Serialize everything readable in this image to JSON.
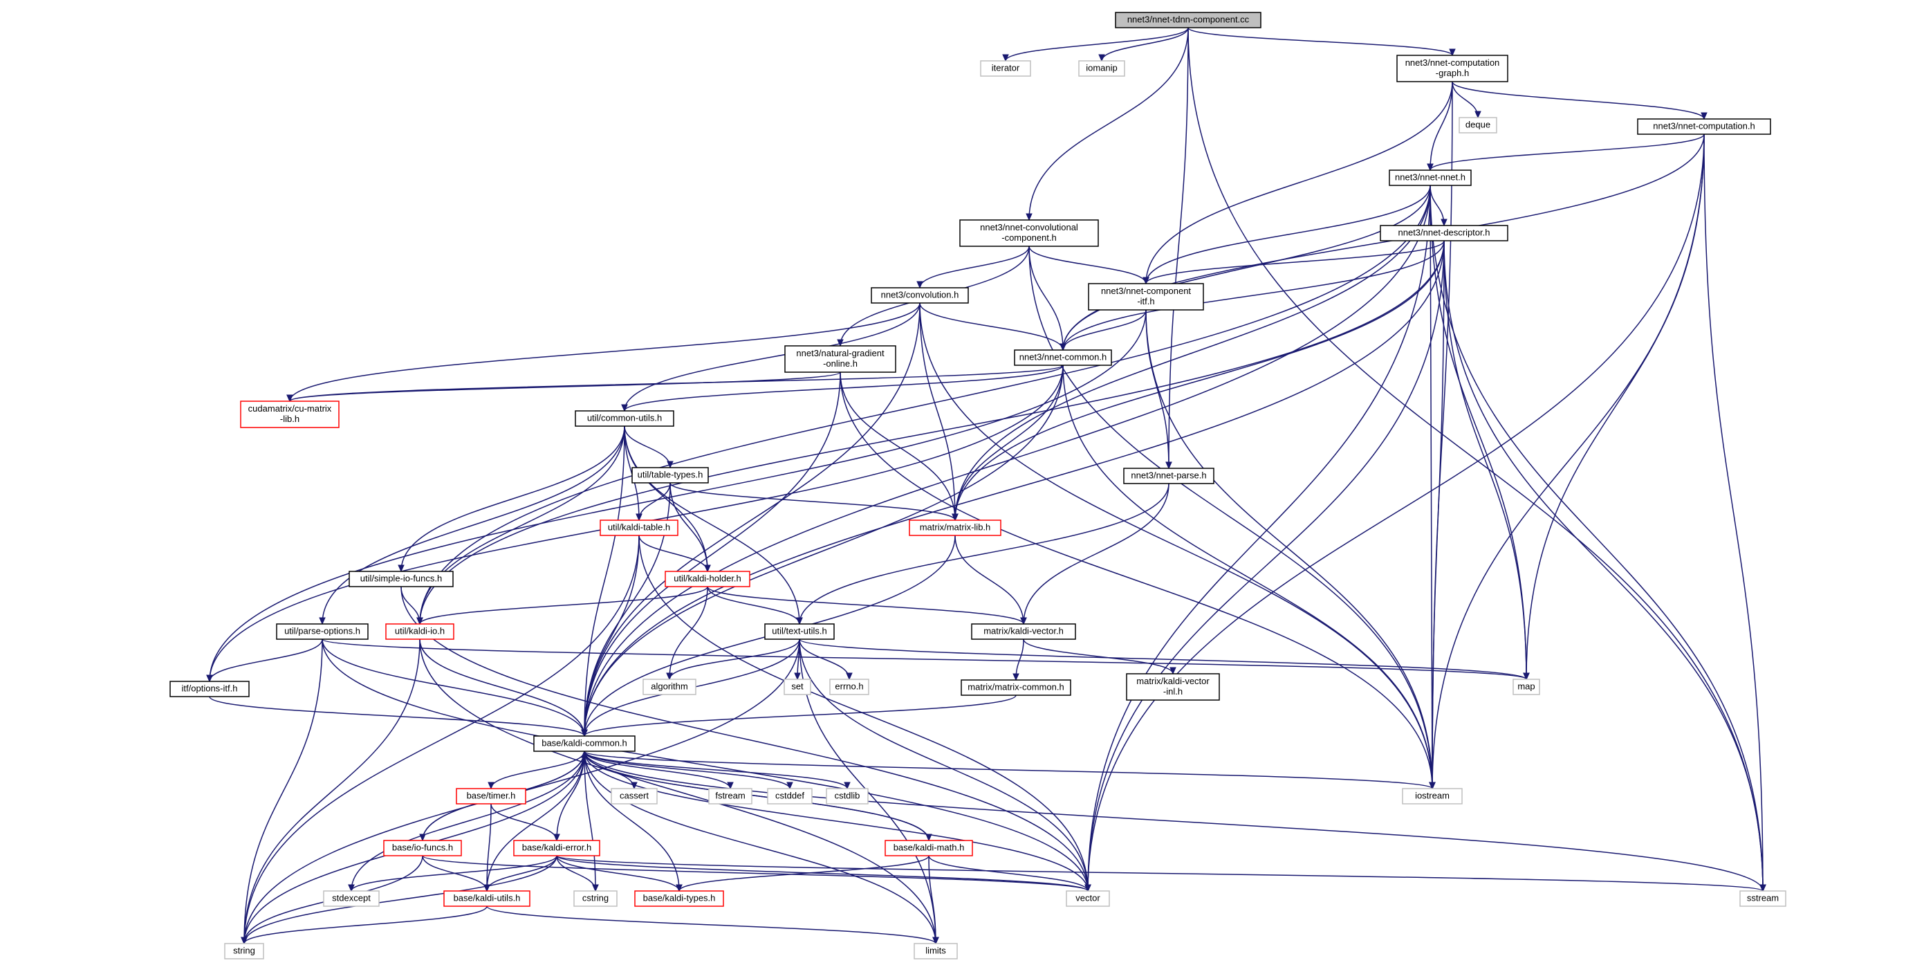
{
  "colors": {
    "edge": "#191970",
    "root_fill": "#bfbfbf",
    "linked_border": "#000000",
    "truncated_border": "#ff0000",
    "external_border": "#bfbfbf"
  },
  "nodes": [
    {
      "id": "root",
      "lines": [
        "nnet3/nnet-tdnn-component.cc"
      ],
      "kind": "root"
    },
    {
      "id": "iterator",
      "lines": [
        "iterator"
      ],
      "kind": "external"
    },
    {
      "id": "iomanip",
      "lines": [
        "iomanip"
      ],
      "kind": "external"
    },
    {
      "id": "nnet_computation_graph",
      "lines": [
        "nnet3/nnet-computation",
        "-graph.h"
      ],
      "kind": "linked"
    },
    {
      "id": "deque",
      "lines": [
        "deque"
      ],
      "kind": "external"
    },
    {
      "id": "nnet_computation",
      "lines": [
        "nnet3/nnet-computation.h"
      ],
      "kind": "linked"
    },
    {
      "id": "nnet_nnet",
      "lines": [
        "nnet3/nnet-nnet.h"
      ],
      "kind": "linked"
    },
    {
      "id": "nnet_convolutional_component",
      "lines": [
        "nnet3/nnet-convolutional",
        "-component.h"
      ],
      "kind": "linked"
    },
    {
      "id": "nnet_descriptor",
      "lines": [
        "nnet3/nnet-descriptor.h"
      ],
      "kind": "linked"
    },
    {
      "id": "convolution",
      "lines": [
        "nnet3/convolution.h"
      ],
      "kind": "linked"
    },
    {
      "id": "nnet_component_itf",
      "lines": [
        "nnet3/nnet-component",
        "-itf.h"
      ],
      "kind": "linked"
    },
    {
      "id": "natural_gradient_online",
      "lines": [
        "nnet3/natural-gradient",
        "-online.h"
      ],
      "kind": "linked"
    },
    {
      "id": "nnet_common",
      "lines": [
        "nnet3/nnet-common.h"
      ],
      "kind": "linked"
    },
    {
      "id": "cu_matrix_lib",
      "lines": [
        "cudamatrix/cu-matrix",
        "-lib.h"
      ],
      "kind": "truncated"
    },
    {
      "id": "common_utils",
      "lines": [
        "util/common-utils.h"
      ],
      "kind": "linked"
    },
    {
      "id": "table_types",
      "lines": [
        "util/table-types.h"
      ],
      "kind": "linked"
    },
    {
      "id": "nnet_parse",
      "lines": [
        "nnet3/nnet-parse.h"
      ],
      "kind": "linked"
    },
    {
      "id": "kaldi_table",
      "lines": [
        "util/kaldi-table.h"
      ],
      "kind": "truncated"
    },
    {
      "id": "matrix_lib",
      "lines": [
        "matrix/matrix-lib.h"
      ],
      "kind": "truncated"
    },
    {
      "id": "simple_io_funcs",
      "lines": [
        "util/simple-io-funcs.h"
      ],
      "kind": "linked"
    },
    {
      "id": "kaldi_holder",
      "lines": [
        "util/kaldi-holder.h"
      ],
      "kind": "truncated"
    },
    {
      "id": "parse_options",
      "lines": [
        "util/parse-options.h"
      ],
      "kind": "linked"
    },
    {
      "id": "kaldi_io",
      "lines": [
        "util/kaldi-io.h"
      ],
      "kind": "truncated"
    },
    {
      "id": "text_utils",
      "lines": [
        "util/text-utils.h"
      ],
      "kind": "linked"
    },
    {
      "id": "kaldi_vector",
      "lines": [
        "matrix/kaldi-vector.h"
      ],
      "kind": "linked"
    },
    {
      "id": "algorithm",
      "lines": [
        "algorithm"
      ],
      "kind": "external"
    },
    {
      "id": "set",
      "lines": [
        "set"
      ],
      "kind": "external"
    },
    {
      "id": "errno",
      "lines": [
        "errno.h"
      ],
      "kind": "external"
    },
    {
      "id": "map",
      "lines": [
        "map"
      ],
      "kind": "external"
    },
    {
      "id": "options_itf",
      "lines": [
        "itf/options-itf.h"
      ],
      "kind": "linked"
    },
    {
      "id": "matrix_common",
      "lines": [
        "matrix/matrix-common.h"
      ],
      "kind": "linked"
    },
    {
      "id": "kaldi_vector_inl",
      "lines": [
        "matrix/kaldi-vector",
        "-inl.h"
      ],
      "kind": "linked"
    },
    {
      "id": "kaldi_common",
      "lines": [
        "base/kaldi-common.h"
      ],
      "kind": "linked"
    },
    {
      "id": "timer",
      "lines": [
        "base/timer.h"
      ],
      "kind": "truncated"
    },
    {
      "id": "cassert",
      "lines": [
        "cassert"
      ],
      "kind": "external"
    },
    {
      "id": "fstream",
      "lines": [
        "fstream"
      ],
      "kind": "external"
    },
    {
      "id": "cstddef",
      "lines": [
        "cstddef"
      ],
      "kind": "external"
    },
    {
      "id": "cstdlib",
      "lines": [
        "cstdlib"
      ],
      "kind": "external"
    },
    {
      "id": "iostream",
      "lines": [
        "iostream"
      ],
      "kind": "external"
    },
    {
      "id": "io_funcs",
      "lines": [
        "base/io-funcs.h"
      ],
      "kind": "truncated"
    },
    {
      "id": "kaldi_error",
      "lines": [
        "base/kaldi-error.h"
      ],
      "kind": "truncated"
    },
    {
      "id": "kaldi_math",
      "lines": [
        "base/kaldi-math.h"
      ],
      "kind": "truncated"
    },
    {
      "id": "stdexcept",
      "lines": [
        "stdexcept"
      ],
      "kind": "external"
    },
    {
      "id": "cstring",
      "lines": [
        "cstring"
      ],
      "kind": "external"
    },
    {
      "id": "kaldi_types",
      "lines": [
        "base/kaldi-types.h"
      ],
      "kind": "truncated"
    },
    {
      "id": "vector",
      "lines": [
        "vector"
      ],
      "kind": "external"
    },
    {
      "id": "sstream",
      "lines": [
        "sstream"
      ],
      "kind": "external"
    },
    {
      "id": "kaldi_utils",
      "lines": [
        "base/kaldi-utils.h"
      ],
      "kind": "truncated"
    },
    {
      "id": "string",
      "lines": [
        "string"
      ],
      "kind": "external"
    },
    {
      "id": "limits",
      "lines": [
        "limits"
      ],
      "kind": "external"
    }
  ],
  "edges": [
    [
      "root",
      "iterator"
    ],
    [
      "root",
      "iomanip"
    ],
    [
      "root",
      "nnet_computation_graph"
    ],
    [
      "root",
      "nnet_convolutional_component"
    ],
    [
      "root",
      "nnet_parse"
    ],
    [
      "root",
      "sstream"
    ],
    [
      "nnet_computation_graph",
      "deque"
    ],
    [
      "nnet_computation_graph",
      "nnet_computation"
    ],
    [
      "nnet_computation_graph",
      "nnet_nnet"
    ],
    [
      "nnet_computation_graph",
      "nnet_component_itf"
    ],
    [
      "nnet_computation_graph",
      "iostream"
    ],
    [
      "nnet_computation",
      "nnet_nnet"
    ],
    [
      "nnet_computation",
      "nnet_common"
    ],
    [
      "nnet_computation",
      "map"
    ],
    [
      "nnet_computation",
      "iostream"
    ],
    [
      "nnet_computation",
      "vector"
    ],
    [
      "nnet_computation",
      "sstream"
    ],
    [
      "nnet_nnet",
      "nnet_descriptor"
    ],
    [
      "nnet_nnet",
      "nnet_component_itf"
    ],
    [
      "nnet_nnet",
      "nnet_common"
    ],
    [
      "nnet_nnet",
      "kaldi_common"
    ],
    [
      "nnet_nnet",
      "kaldi_io"
    ],
    [
      "nnet_nnet",
      "matrix_lib"
    ],
    [
      "nnet_nnet",
      "map"
    ],
    [
      "nnet_nnet",
      "iostream"
    ],
    [
      "nnet_nnet",
      "vector"
    ],
    [
      "nnet_nnet",
      "sstream"
    ],
    [
      "nnet_convolutional_component",
      "convolution"
    ],
    [
      "nnet_convolutional_component",
      "nnet_component_itf"
    ],
    [
      "nnet_convolutional_component",
      "natural_gradient_online"
    ],
    [
      "nnet_convolutional_component",
      "nnet_common"
    ],
    [
      "nnet_convolutional_component",
      "iostream"
    ],
    [
      "nnet_descriptor",
      "nnet_component_itf"
    ],
    [
      "nnet_descriptor",
      "nnet_common"
    ],
    [
      "nnet_descriptor",
      "kaldi_io"
    ],
    [
      "nnet_descriptor",
      "matrix_lib"
    ],
    [
      "nnet_descriptor",
      "kaldi_common"
    ],
    [
      "nnet_descriptor",
      "map"
    ],
    [
      "nnet_descriptor",
      "vector"
    ],
    [
      "nnet_descriptor",
      "iostream"
    ],
    [
      "nnet_descriptor",
      "sstream"
    ],
    [
      "convolution",
      "nnet_common"
    ],
    [
      "convolution",
      "cu_matrix_lib"
    ],
    [
      "convolution",
      "common_utils"
    ],
    [
      "convolution",
      "matrix_lib"
    ],
    [
      "convolution",
      "kaldi_common"
    ],
    [
      "convolution",
      "iostream"
    ],
    [
      "nnet_component_itf",
      "nnet_common"
    ],
    [
      "nnet_component_itf",
      "nnet_parse"
    ],
    [
      "nnet_component_itf",
      "options_itf"
    ],
    [
      "nnet_component_itf",
      "iostream"
    ],
    [
      "natural_gradient_online",
      "cu_matrix_lib"
    ],
    [
      "natural_gradient_online",
      "matrix_lib"
    ],
    [
      "natural_gradient_online",
      "kaldi_common"
    ],
    [
      "natural_gradient_online",
      "iostream"
    ],
    [
      "nnet_common",
      "cu_matrix_lib"
    ],
    [
      "nnet_common",
      "common_utils"
    ],
    [
      "nnet_common",
      "matrix_lib"
    ],
    [
      "nnet_common",
      "kaldi_common"
    ],
    [
      "nnet_common",
      "options_itf"
    ],
    [
      "nnet_common",
      "iostream"
    ],
    [
      "common_utils",
      "table_types"
    ],
    [
      "common_utils",
      "kaldi_table"
    ],
    [
      "common_utils",
      "kaldi_holder"
    ],
    [
      "common_utils",
      "simple_io_funcs"
    ],
    [
      "common_utils",
      "parse_options"
    ],
    [
      "common_utils",
      "kaldi_io"
    ],
    [
      "common_utils",
      "text_utils"
    ],
    [
      "common_utils",
      "kaldi_common"
    ],
    [
      "table_types",
      "kaldi_table"
    ],
    [
      "table_types",
      "kaldi_holder"
    ],
    [
      "table_types",
      "matrix_lib"
    ],
    [
      "table_types",
      "kaldi_common"
    ],
    [
      "nnet_parse",
      "text_utils"
    ],
    [
      "nnet_parse",
      "kaldi_vector"
    ],
    [
      "kaldi_table",
      "kaldi_holder"
    ],
    [
      "kaldi_table",
      "kaldi_common"
    ],
    [
      "kaldi_table",
      "string"
    ],
    [
      "kaldi_table",
      "vector"
    ],
    [
      "matrix_lib",
      "kaldi_vector"
    ],
    [
      "matrix_lib",
      "kaldi_common"
    ],
    [
      "simple_io_funcs",
      "kaldi_io"
    ],
    [
      "simple_io_funcs",
      "vector"
    ],
    [
      "kaldi_holder",
      "kaldi_io"
    ],
    [
      "kaldi_holder",
      "text_utils"
    ],
    [
      "kaldi_holder",
      "kaldi_vector"
    ],
    [
      "kaldi_holder",
      "algorithm"
    ],
    [
      "parse_options",
      "options_itf"
    ],
    [
      "parse_options",
      "kaldi_common"
    ],
    [
      "parse_options",
      "map"
    ],
    [
      "parse_options",
      "vector"
    ],
    [
      "parse_options",
      "string"
    ],
    [
      "kaldi_io",
      "kaldi_common"
    ],
    [
      "kaldi_io",
      "string"
    ],
    [
      "kaldi_io",
      "limits"
    ],
    [
      "text_utils",
      "algorithm"
    ],
    [
      "text_utils",
      "set"
    ],
    [
      "text_utils",
      "errno"
    ],
    [
      "text_utils",
      "map"
    ],
    [
      "text_utils",
      "limits"
    ],
    [
      "text_utils",
      "vector"
    ],
    [
      "text_utils",
      "kaldi_common"
    ],
    [
      "text_utils",
      "string"
    ],
    [
      "kaldi_vector",
      "matrix_common"
    ],
    [
      "kaldi_vector",
      "kaldi_vector_inl"
    ],
    [
      "options_itf",
      "kaldi_common"
    ],
    [
      "matrix_common",
      "kaldi_common"
    ],
    [
      "kaldi_common",
      "timer"
    ],
    [
      "kaldi_common",
      "cassert"
    ],
    [
      "kaldi_common",
      "fstream"
    ],
    [
      "kaldi_common",
      "cstddef"
    ],
    [
      "kaldi_common",
      "cstdlib"
    ],
    [
      "kaldi_common",
      "iostream"
    ],
    [
      "kaldi_common",
      "io_funcs"
    ],
    [
      "kaldi_common",
      "kaldi_error"
    ],
    [
      "kaldi_common",
      "kaldi_math"
    ],
    [
      "kaldi_common",
      "stdexcept"
    ],
    [
      "kaldi_common",
      "cstring"
    ],
    [
      "kaldi_common",
      "kaldi_types"
    ],
    [
      "kaldi_common",
      "vector"
    ],
    [
      "kaldi_common",
      "sstream"
    ],
    [
      "kaldi_common",
      "kaldi_utils"
    ],
    [
      "kaldi_common",
      "string"
    ],
    [
      "kaldi_common",
      "limits"
    ],
    [
      "timer",
      "kaldi_error"
    ],
    [
      "timer",
      "kaldi_utils"
    ],
    [
      "io_funcs",
      "kaldi_common"
    ],
    [
      "io_funcs",
      "kaldi_utils"
    ],
    [
      "io_funcs",
      "string"
    ],
    [
      "io_funcs",
      "vector"
    ],
    [
      "kaldi_error",
      "kaldi_utils"
    ],
    [
      "kaldi_error",
      "stdexcept"
    ],
    [
      "kaldi_error",
      "cstring"
    ],
    [
      "kaldi_error",
      "kaldi_types"
    ],
    [
      "kaldi_error",
      "vector"
    ],
    [
      "kaldi_error",
      "sstream"
    ],
    [
      "kaldi_error",
      "string"
    ],
    [
      "kaldi_math",
      "kaldi_common"
    ],
    [
      "kaldi_math",
      "kaldi_types"
    ],
    [
      "kaldi_math",
      "vector"
    ],
    [
      "kaldi_math",
      "limits"
    ],
    [
      "kaldi_utils",
      "string"
    ],
    [
      "kaldi_utils",
      "limits"
    ]
  ]
}
